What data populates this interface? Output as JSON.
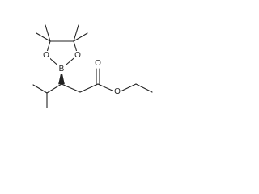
{
  "molecule": {
    "atom_labels": {
      "boron": "B",
      "ring_oxygen_left": "O",
      "ring_oxygen_right": "O",
      "carbonyl_oxygen": "O",
      "ester_oxygen": "O"
    },
    "colors": {
      "bond": "#222222",
      "background": "#ffffff"
    }
  }
}
